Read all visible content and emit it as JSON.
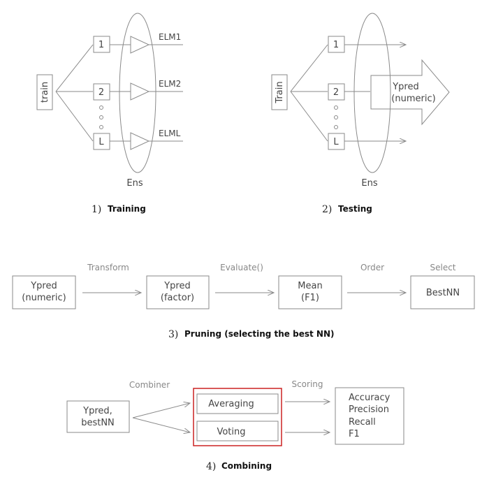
{
  "panel1": {
    "input_label": "train",
    "node_labels": [
      "1",
      "2",
      "L"
    ],
    "learner_labels": [
      "ELM1",
      "ELM2",
      "ELML"
    ],
    "ensemble_label": "Ens",
    "caption_num": "1)",
    "caption_text": "Training"
  },
  "panel2": {
    "input_label": "Train",
    "node_labels": [
      "1",
      "2",
      "L"
    ],
    "output_label_line1": "Ypred",
    "output_label_line2": "(numeric)",
    "ensemble_label": "Ens",
    "caption_num": "2)",
    "caption_text": "Testing"
  },
  "panel3": {
    "boxes": [
      {
        "line1": "Ypred",
        "line2": "(numeric)"
      },
      {
        "line1": "Ypred",
        "line2": "(factor)"
      },
      {
        "line1": "Mean",
        "line2": "(F1)"
      },
      {
        "line1": "BestNN",
        "line2": ""
      }
    ],
    "edge_labels": [
      "Transform",
      "Evaluate()",
      "Order",
      "Select"
    ],
    "caption_num": "3)",
    "caption_text": "Pruning (selecting the best NN)"
  },
  "panel4": {
    "input_line1": "Ypred,",
    "input_line2": "bestNN",
    "combiner_label": "Combiner",
    "methods": [
      "Averaging",
      "Voting"
    ],
    "scoring_label": "Scoring",
    "metrics": [
      "Accuracy",
      "Precision",
      "Recall",
      "F1"
    ],
    "highlight_color": "#cc2222",
    "caption_num": "4)",
    "caption_text": "Combining"
  }
}
